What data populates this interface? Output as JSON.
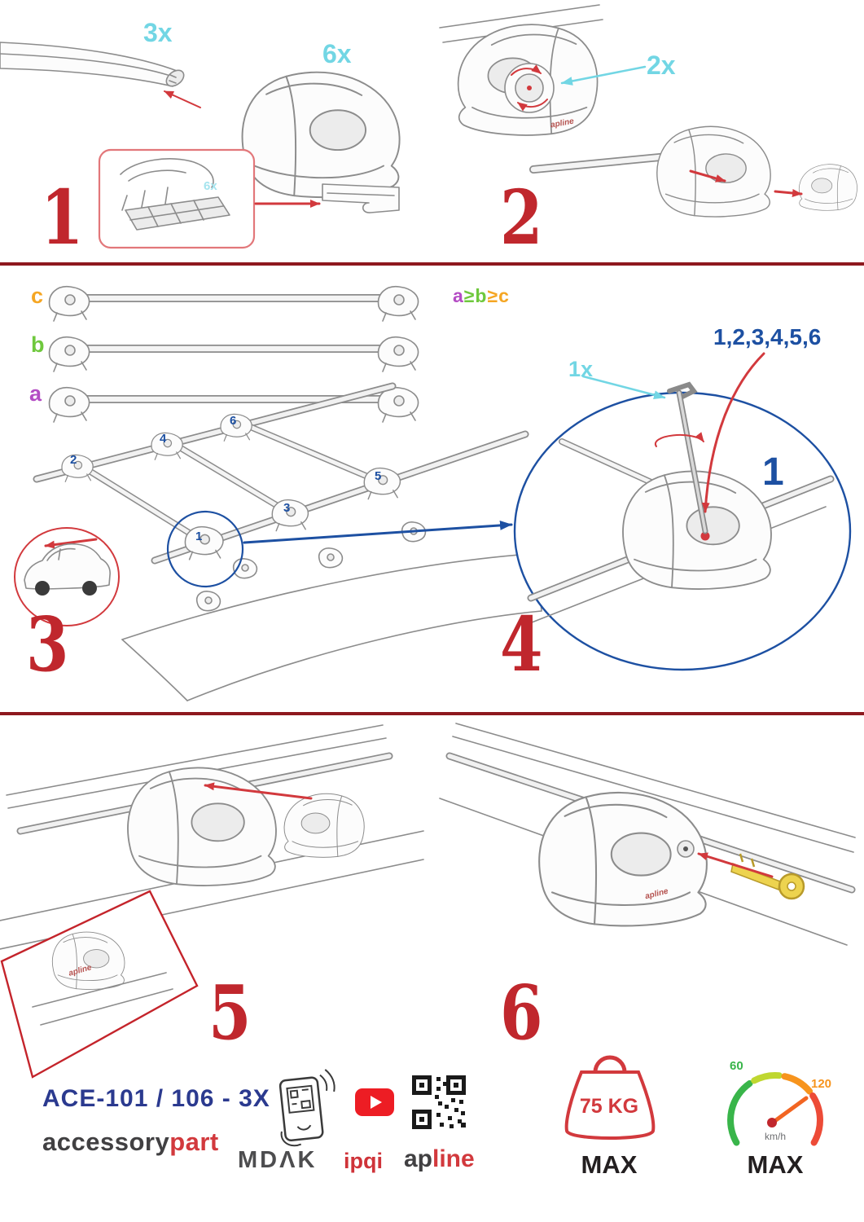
{
  "colors": {
    "accent_red": "#c0272d",
    "arrow_red": "#d2393d",
    "label_cyan": "#72d6e4",
    "highlight_blue": "#1d50a2",
    "bar_c_orange": "#f5a623",
    "bar_b_green": "#6fc83d",
    "bar_a_purple": "#b44cc4",
    "divider_dark_red": "#8e181e",
    "youtube_red": "#ed1d24",
    "speed_green": "#39b54a",
    "speed_orange": "#f7941d"
  },
  "step1": {
    "numeral": "1",
    "bar_qty": "3x",
    "foot_qty": "6x",
    "pad_qty": "6x"
  },
  "step2": {
    "numeral": "2",
    "knob_qty": "2x"
  },
  "step3": {
    "numeral": "3",
    "bar_c": "c",
    "bar_b": "b",
    "bar_a": "a",
    "positions": [
      "1",
      "2",
      "3",
      "4",
      "5",
      "6"
    ]
  },
  "step4": {
    "numeral": "4",
    "size_rule": [
      "a",
      "≥",
      "b",
      "≥",
      "c"
    ],
    "tighten_sequence": "1,2,3,4,5,6",
    "tool_qty": "1x",
    "start_position": "1"
  },
  "step5": {
    "numeral": "5"
  },
  "step6": {
    "numeral": "6"
  },
  "footer": {
    "model": "ACE-101 / 106 - 3X",
    "brand_accessory": "accessory",
    "brand_part": "part",
    "brand_mdak": "MDΛK",
    "brand_ipqi": "ipqi",
    "brand_ap": "ap",
    "brand_line": "line",
    "logo_small": "apline",
    "weight_limit": "75 KG",
    "weight_max": "MAX",
    "speed_low": "60",
    "speed_high": "120",
    "speed_unit": "km/h",
    "speed_max": "MAX"
  }
}
